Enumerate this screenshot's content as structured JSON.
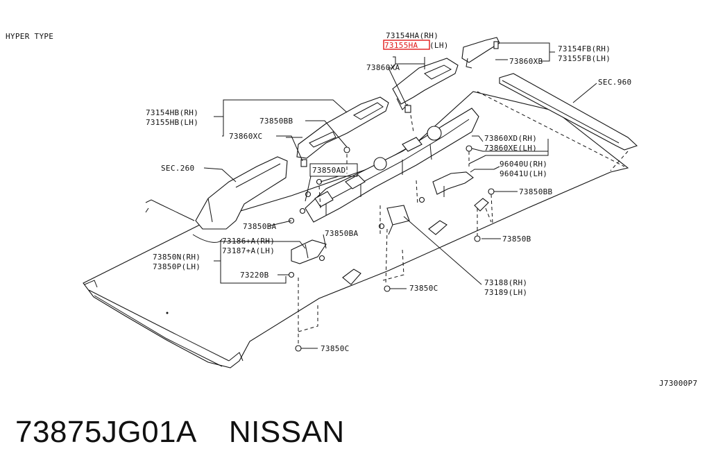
{
  "diagram": {
    "type_label": "HYPER TYPE",
    "drawing_code": "J73000P7",
    "highlighted_part": "73155HA",
    "labels": {
      "p73154HA": "73154HA(RH)",
      "p73155HA_code": "73155HA",
      "p73155HA_side": "(LH)",
      "p73860XA": "73860XA",
      "p73154FB": "73154FB(RH)",
      "p73155FB": "73155FB(LH)",
      "p73860XB": "73860XB",
      "sec960": "SEC.960",
      "p73154HB": "73154HB(RH)",
      "p73155HB": "73155HB(LH)",
      "p73850BB_top": "73850BB",
      "p73860XC": "73860XC",
      "sec260": "SEC.260",
      "p73850AD": "73850AD",
      "p73860XD": "73860XD(RH)",
      "p73860XE": "73860XE(LH)",
      "p96040U": "96040U(RH)",
      "p96041U": "96041U(LH)",
      "p73850BB_right": "73850BB",
      "p73850BA_a": "73850BA",
      "p73850BA_b": "73850BA",
      "p73186": "73186+A(RH)",
      "p73187": "73187+A(LH)",
      "p73850B": "73850B",
      "p73850N": "73850N(RH)",
      "p73850P": "73850P(LH)",
      "p73220B": "73220B",
      "p73188": "73188(RH)",
      "p73189": "73189(LH)",
      "p73850C_mid": "73850C",
      "p73850C_low": "73850C"
    }
  },
  "footer": {
    "part_number": "73875JG01A",
    "brand": "NISSAN"
  }
}
